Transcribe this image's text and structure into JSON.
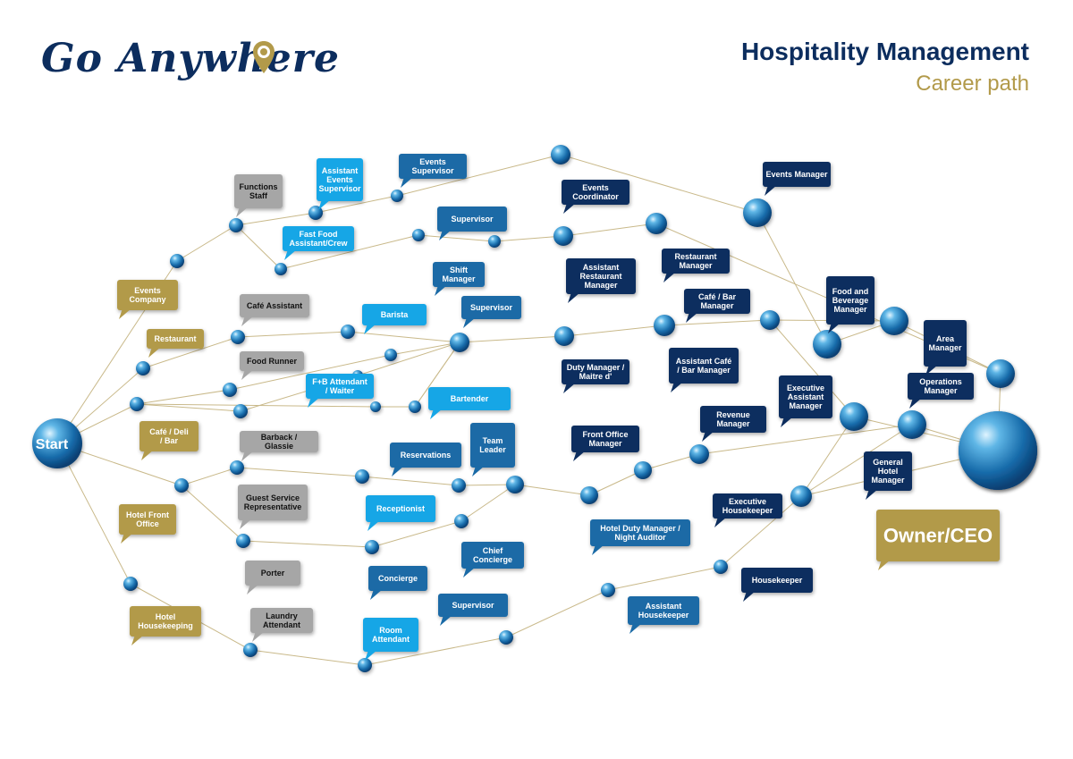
{
  "header": {
    "logo_text": "Go Anywhere",
    "title": "Hospitality Management",
    "subtitle": "Career path"
  },
  "colors": {
    "gold": "#b29a4a",
    "gray": "#a6a6a6",
    "light_blue": "#16a6e6",
    "mid_blue": "#1a6aa6",
    "dark_navy": "#0c2d5e",
    "line": "#c9b98a"
  },
  "nodes": [
    {
      "id": "start",
      "label": "Start"
    },
    {
      "id": "n1"
    },
    {
      "id": "n2"
    },
    {
      "id": "n3"
    },
    {
      "id": "n4"
    },
    {
      "id": "n5"
    },
    {
      "id": "n6"
    },
    {
      "id": "n7"
    },
    {
      "id": "n8"
    },
    {
      "id": "n9"
    },
    {
      "id": "n10"
    },
    {
      "id": "n11"
    },
    {
      "id": "n12"
    },
    {
      "id": "n13"
    },
    {
      "id": "n14"
    },
    {
      "id": "n15"
    },
    {
      "id": "n16"
    },
    {
      "id": "n17"
    },
    {
      "id": "n18"
    },
    {
      "id": "n19"
    },
    {
      "id": "n20"
    },
    {
      "id": "n21"
    },
    {
      "id": "n22"
    },
    {
      "id": "n23"
    },
    {
      "id": "n24"
    },
    {
      "id": "n25"
    },
    {
      "id": "n26"
    },
    {
      "id": "n27"
    },
    {
      "id": "n28"
    },
    {
      "id": "n29"
    },
    {
      "id": "n30"
    },
    {
      "id": "n31"
    },
    {
      "id": "n32"
    },
    {
      "id": "n33"
    },
    {
      "id": "n34"
    },
    {
      "id": "n35"
    },
    {
      "id": "n36"
    },
    {
      "id": "n37"
    },
    {
      "id": "n38"
    },
    {
      "id": "n39"
    },
    {
      "id": "n40"
    },
    {
      "id": "n41"
    },
    {
      "id": "n42"
    },
    {
      "id": "n43"
    },
    {
      "id": "n44"
    },
    {
      "id": "n45"
    },
    {
      "id": "n46"
    },
    {
      "id": "n47"
    },
    {
      "id": "n48"
    },
    {
      "id": "n49"
    },
    {
      "id": "owner"
    }
  ],
  "edges": [
    [
      "start",
      "n1"
    ],
    [
      "start",
      "n2"
    ],
    [
      "start",
      "n3"
    ],
    [
      "start",
      "n24"
    ],
    [
      "start",
      "n31"
    ],
    [
      "n3",
      "n4"
    ],
    [
      "n4",
      "n5"
    ],
    [
      "n5",
      "n6"
    ],
    [
      "n6",
      "n7"
    ],
    [
      "n7",
      "n8"
    ],
    [
      "n8",
      "n9"
    ],
    [
      "n9",
      "n10"
    ],
    [
      "n10",
      "n11"
    ],
    [
      "n11",
      "owner"
    ],
    [
      "n4",
      "n12"
    ],
    [
      "n12",
      "n13"
    ],
    [
      "n13",
      "n14"
    ],
    [
      "n14",
      "n15"
    ],
    [
      "n15",
      "n16"
    ],
    [
      "n2",
      "n17"
    ],
    [
      "n17",
      "n18"
    ],
    [
      "n18",
      "n19"
    ],
    [
      "n19",
      "n20"
    ],
    [
      "n20",
      "n21"
    ],
    [
      "n21",
      "n22"
    ],
    [
      "n22",
      "n23"
    ],
    [
      "n23",
      "n48"
    ],
    [
      "n1",
      "n25"
    ],
    [
      "n25",
      "n26"
    ],
    [
      "n26",
      "n19"
    ],
    [
      "n19",
      "n27"
    ],
    [
      "n1",
      "n28"
    ],
    [
      "n28",
      "n29"
    ],
    [
      "n29",
      "n19"
    ],
    [
      "n1",
      "n30"
    ],
    [
      "n30",
      "n27"
    ],
    [
      "n27",
      "n19"
    ],
    [
      "n24",
      "n32"
    ],
    [
      "n32",
      "n33"
    ],
    [
      "n33",
      "n34"
    ],
    [
      "n34",
      "n35"
    ],
    [
      "n35",
      "n36"
    ],
    [
      "n36",
      "n37"
    ],
    [
      "n37",
      "n38"
    ],
    [
      "n38",
      "n39"
    ],
    [
      "n39",
      "n40"
    ],
    [
      "n40",
      "owner"
    ],
    [
      "n24",
      "n41"
    ],
    [
      "n41",
      "n42"
    ],
    [
      "n42",
      "n43"
    ],
    [
      "n43",
      "n35"
    ],
    [
      "n31",
      "n44"
    ],
    [
      "n44",
      "n45"
    ],
    [
      "n45",
      "n46"
    ],
    [
      "n46",
      "n47"
    ],
    [
      "n47",
      "n49"
    ],
    [
      "n49",
      "n48"
    ],
    [
      "n48",
      "owner"
    ],
    [
      "n16",
      "n11"
    ],
    [
      "n22",
      "n10"
    ],
    [
      "n23",
      "n40"
    ],
    [
      "n39",
      "n48"
    ]
  ],
  "labels": [
    {
      "text": "Events Company",
      "style": "gold"
    },
    {
      "text": "Restaurant",
      "style": "gold"
    },
    {
      "text": "Café / Deli / Bar",
      "style": "gold"
    },
    {
      "text": "Hotel Front Office",
      "style": "gold"
    },
    {
      "text": "Hotel Housekeeping",
      "style": "gold"
    },
    {
      "text": "Functions Staff",
      "style": "gray"
    },
    {
      "text": "Café Assistant",
      "style": "gray"
    },
    {
      "text": "Food Runner",
      "style": "gray"
    },
    {
      "text": "Barback / Glassie",
      "style": "gray"
    },
    {
      "text": "Guest Service Representative",
      "style": "gray"
    },
    {
      "text": "Porter",
      "style": "gray"
    },
    {
      "text": "Laundry Attendant",
      "style": "gray"
    },
    {
      "text": "Assistant Events Supervisor",
      "style": "light"
    },
    {
      "text": "Fast Food Assistant/Crew",
      "style": "light"
    },
    {
      "text": "Barista",
      "style": "light"
    },
    {
      "text": "F+B Attendant / Waiter",
      "style": "light"
    },
    {
      "text": "Bartender",
      "style": "light"
    },
    {
      "text": "Receptionist",
      "style": "light"
    },
    {
      "text": "Room Attendant",
      "style": "light"
    },
    {
      "text": "Events Supervisor",
      "style": "mid"
    },
    {
      "text": "Supervisor",
      "style": "mid"
    },
    {
      "text": "Shift Manager",
      "style": "mid"
    },
    {
      "text": "Supervisor",
      "style": "mid"
    },
    {
      "text": "Team Leader",
      "style": "mid"
    },
    {
      "text": "Reservations",
      "style": "mid"
    },
    {
      "text": "Chief Concierge",
      "style": "mid"
    },
    {
      "text": "Concierge",
      "style": "mid"
    },
    {
      "text": "Supervisor",
      "style": "mid"
    },
    {
      "text": "Hotel Duty Manager / Night Auditor",
      "style": "mid"
    },
    {
      "text": "Assistant Housekeeper",
      "style": "mid"
    },
    {
      "text": "Events Coordinator",
      "style": "navy"
    },
    {
      "text": "Events Manager",
      "style": "navy"
    },
    {
      "text": "Assistant Restaurant Manager",
      "style": "navy"
    },
    {
      "text": "Restaurant Manager",
      "style": "navy"
    },
    {
      "text": "Café / Bar Manager",
      "style": "navy"
    },
    {
      "text": "Duty Manager / Maitre d'",
      "style": "navy"
    },
    {
      "text": "Assistant Café / Bar Manager",
      "style": "navy"
    },
    {
      "text": "Food and Beverage Manager",
      "style": "navy"
    },
    {
      "text": "Area Manager",
      "style": "navy"
    },
    {
      "text": "Operations Manager",
      "style": "navy"
    },
    {
      "text": "Executive Assistant Manager",
      "style": "navy"
    },
    {
      "text": "Revenue Manager",
      "style": "navy"
    },
    {
      "text": "Front Office Manager",
      "style": "navy"
    },
    {
      "text": "General Hotel Manager",
      "style": "navy"
    },
    {
      "text": "Executive Housekeeper",
      "style": "navy"
    },
    {
      "text": "Housekeeper",
      "style": "navy"
    },
    {
      "text": "Owner/CEO",
      "style": "gold-big"
    }
  ]
}
